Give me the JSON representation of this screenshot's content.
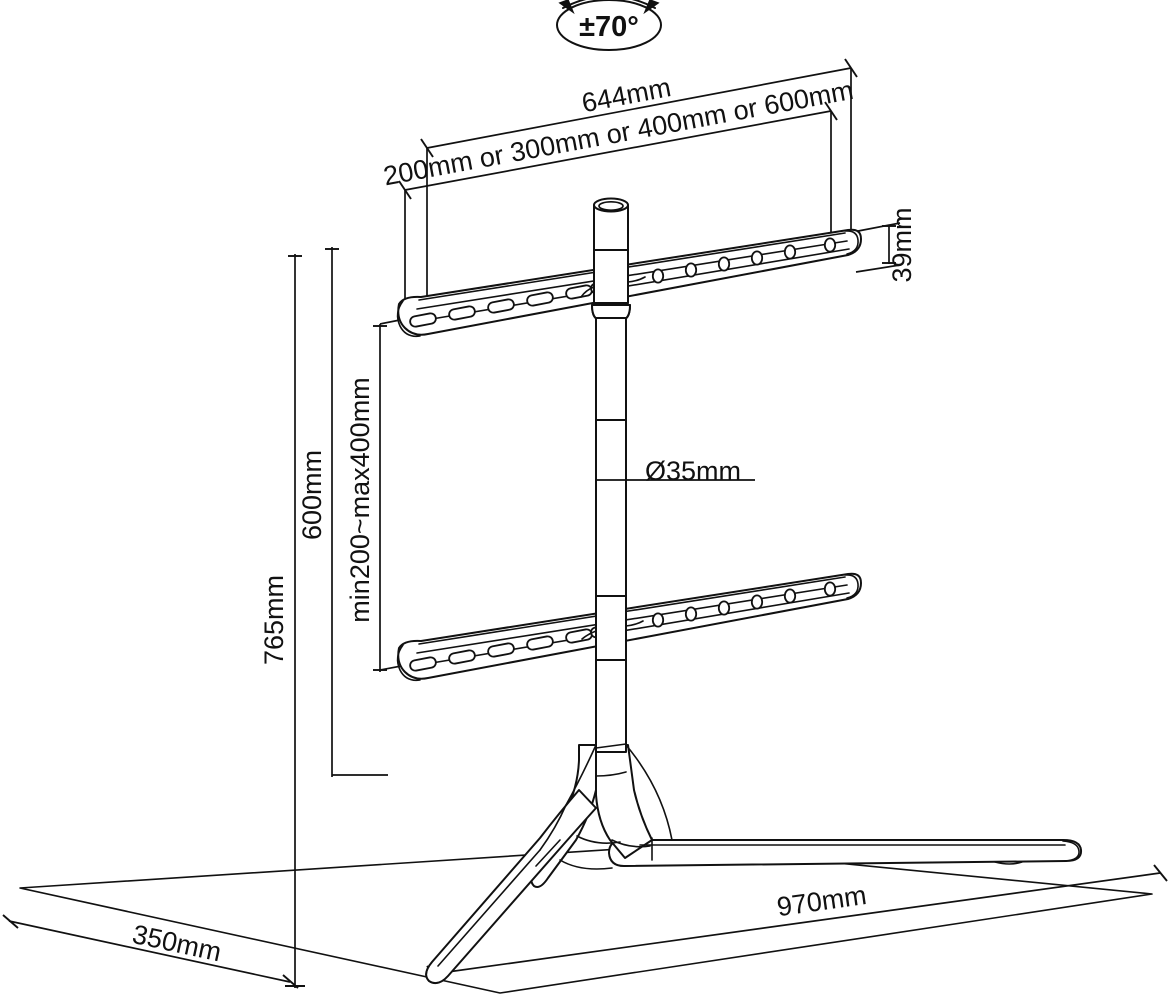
{
  "drawing": {
    "title": "TV floor stand dimensional drawing",
    "units": "mm",
    "line_color": "#111111",
    "background_color": "#ffffff"
  },
  "annotations": {
    "tilt_swivel": "±70°",
    "top_overall_width": "644mm",
    "vesa_width_options": "200mm or 300mm or 400mm or 600mm",
    "bracket_thickness": "39mm",
    "pole_diameter": "Ø35mm",
    "total_height": "765mm",
    "upper_height": "600mm",
    "tv_mount_travel": "min200~max400mm",
    "base_depth": "350mm",
    "base_width": "970mm"
  },
  "parts": {
    "upper_bracket_label": "upper-mounting-bar",
    "lower_bracket_label": "lower-mounting-bar",
    "pole_label": "vertical-pole",
    "base_label": "tripod-base",
    "top_tube_label": "pole-top-tube"
  },
  "holes": {
    "upper_slot_count": 5,
    "upper_round_count": 6,
    "lower_slot_count": 5,
    "lower_round_count": 6
  }
}
